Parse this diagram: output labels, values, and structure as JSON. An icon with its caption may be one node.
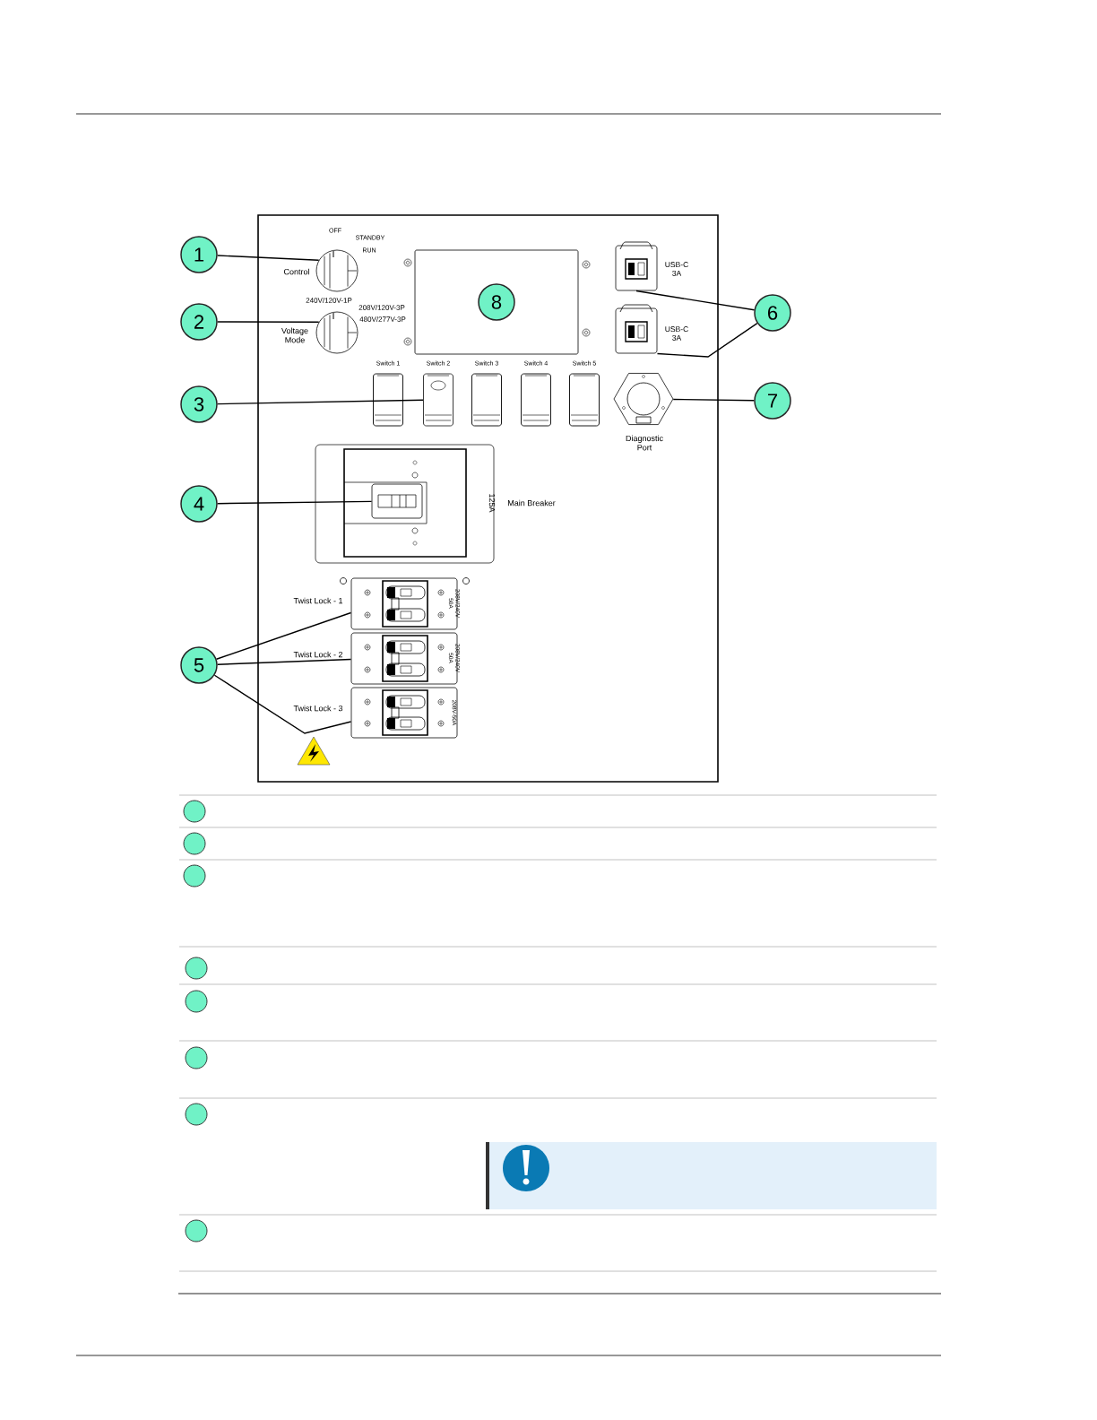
{
  "diagram": {
    "nodes": [
      {
        "text": [
          "1"
        ]
      },
      {
        "text": [],
        "shape": "circle"
      },
      {
        "text": [
          "2"
        ]
      },
      {
        "text": [],
        "shape": "circle"
      },
      {
        "text": [
          "3"
        ]
      },
      {
        "text": [],
        "shape": "box"
      },
      {
        "text": [
          "4"
        ]
      },
      {
        "text": [],
        "shape": "box"
      },
      {
        "text": [
          "5"
        ]
      },
      {
        "text": [],
        "shape": "box"
      },
      {
        "text": [],
        "shape": "box"
      },
      {
        "text": [],
        "shape": "box"
      },
      {
        "text": [
          "6"
        ]
      },
      {
        "text": [],
        "shape": "box"
      },
      {
        "text": [],
        "shape": "box"
      },
      {
        "text": [
          "7"
        ]
      },
      {
        "text": [],
        "shape": "hexagon"
      },
      {
        "text": [
          "8"
        ]
      },
      {
        "text": [],
        "shape": "circle"
      },
      {
        "text": [],
        "shape": "circle"
      },
      {
        "text": [],
        "shape": "circle"
      },
      {
        "text": [],
        "shape": "circle"
      },
      {
        "text": [],
        "shape": "circle"
      },
      {
        "text": [],
        "shape": "circle"
      },
      {
        "text": [],
        "shape": "circle"
      },
      {
        "text": [],
        "shape": "circle"
      }
    ],
    "edges": [
      {
        "from": 0,
        "to": 1,
        "arrow": "none"
      },
      {
        "from": 2,
        "to": 3,
        "arrow": "none"
      },
      {
        "from": 4,
        "to": 5,
        "arrow": "none"
      },
      {
        "from": 6,
        "to": 7,
        "arrow": "none"
      },
      {
        "from": 8,
        "to": 9,
        "arrow": "none"
      },
      {
        "from": 8,
        "to": 10,
        "arrow": "none"
      },
      {
        "from": 8,
        "to": 11,
        "arrow": "none"
      },
      {
        "from": 12,
        "to": 13,
        "arrow": "none"
      },
      {
        "from": 12,
        "to": 14,
        "arrow": "none"
      },
      {
        "from": 15,
        "to": 16,
        "arrow": "none"
      }
    ],
    "labels": [
      "OFF",
      "STANDBY",
      "RUN",
      "Control",
      "240V/120V-1P",
      "208V/120V-3P",
      "480V/277V-3P",
      "Voltage Mode",
      "Switch 1",
      "Switch 2",
      "Switch 3",
      "Switch 4",
      "Switch 5",
      "USB-C 3A",
      "USB-C 3A",
      "Diagnostic Port",
      "125A",
      "Main Breaker",
      "Twist Lock - 1",
      "208V/240V 50A",
      "Twist Lock - 2",
      "208V/240V 50A",
      "Twist Lock - 3",
      "208V-50A"
    ]
  }
}
